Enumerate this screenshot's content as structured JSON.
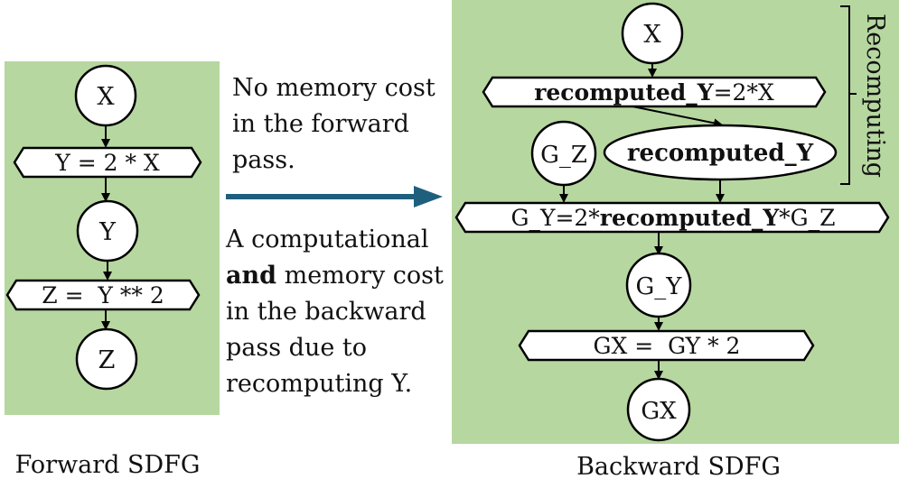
{
  "colors": {
    "panel": "#b6d7a0",
    "arrow": "#1f5f7e",
    "node_fill": "#ffffff",
    "node_stroke": "#000000"
  },
  "forward": {
    "caption": "Forward SDFG",
    "node_x": "X",
    "stmt_y": "Y = 2 * X",
    "node_y": "Y",
    "stmt_z": "Z =  Y ** 2",
    "node_z": "Z"
  },
  "annotation": {
    "top_lines": [
      "No memory cost",
      "in the forward",
      "pass."
    ],
    "bottom_line1": "A computational",
    "bottom_bold": "and",
    "bottom_line2_rest": " memory cost",
    "bottom_lines_rest": [
      "in the backward",
      "pass due to",
      "recomputing Y."
    ]
  },
  "backward": {
    "caption": "Backward SDFG",
    "node_x": "X",
    "recompute_stmt_bold": "recomputed_Y",
    "recompute_stmt_rest": "=2*X",
    "node_gz": "G_Z",
    "node_recomputed": "recomputed_Y",
    "gy_stmt_pre": "G_Y=2*",
    "gy_stmt_bold": "recomputed_Y",
    "gy_stmt_post": "*G_Z",
    "node_gy": "G_Y",
    "gx_stmt": "GX =  GY * 2",
    "node_gx": "GX",
    "bracket_label": "Recomputing"
  }
}
